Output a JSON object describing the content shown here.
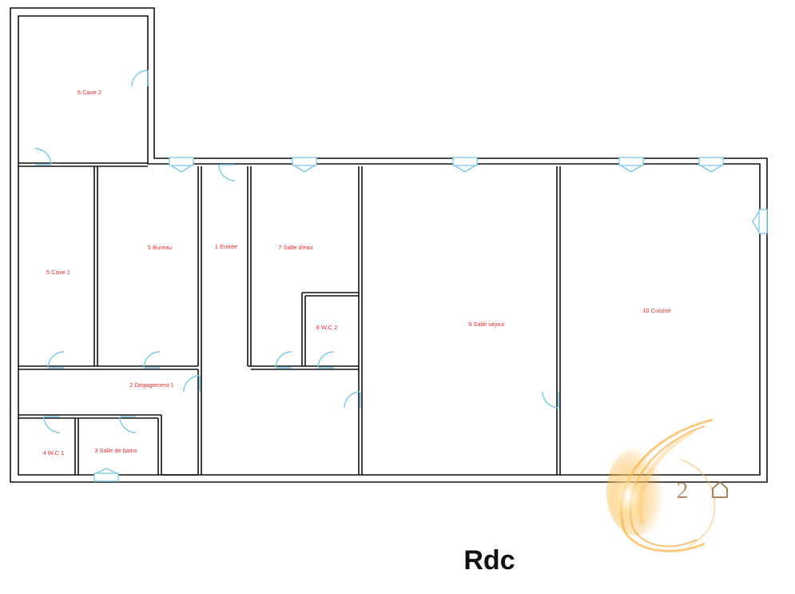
{
  "level_title": "Rdc",
  "colors": {
    "wall": "#111111",
    "door_window": "#7ec8e3",
    "room_label": "#e53030",
    "logo_glow": "#f5a623"
  },
  "rooms": {
    "cave2": "6 Cave 2",
    "cave1": "5 Cave 1",
    "bureau": "5 Bureau",
    "entree": "1 Entrée",
    "salle_eau": "7 Salle d'eau",
    "wc2": "8 W.C 2",
    "sejour": "9 Salle séjour",
    "cuisine": "10 Cuisine",
    "degagement": "2 Dégagement 1",
    "wc1": "4 W.C 1",
    "salle_bains": "3 Salle de bains"
  },
  "logo": {
    "digit": "2",
    "icon": "house-icon"
  }
}
